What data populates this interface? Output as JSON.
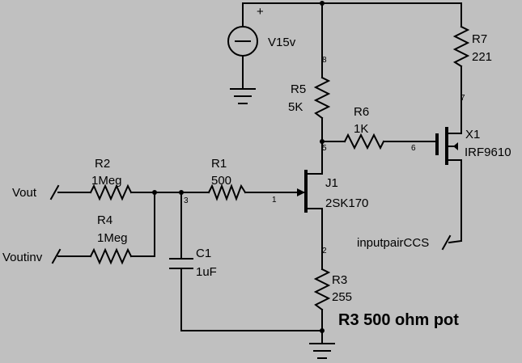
{
  "components": {
    "v1": {
      "name": "V15v",
      "polarity": "+"
    },
    "r1": {
      "ref": "R1",
      "value": "500"
    },
    "r2": {
      "ref": "R2",
      "value": "1Meg"
    },
    "r3": {
      "ref": "R3",
      "value": "255"
    },
    "r4": {
      "ref": "R4",
      "value": "1Meg"
    },
    "r5": {
      "ref": "R5",
      "value": "5K"
    },
    "r6": {
      "ref": "R6",
      "value": "1K"
    },
    "r7": {
      "ref": "R7",
      "value": "221"
    },
    "c1": {
      "ref": "C1",
      "value": "1uF"
    },
    "j1": {
      "ref": "J1",
      "value": "2SK170"
    },
    "x1": {
      "ref": "X1",
      "value": "IRF9610"
    }
  },
  "ports": {
    "vout": "Vout",
    "voutinv": "Voutinv",
    "ccs": "inputpairCCS"
  },
  "nodes": {
    "n1": "1",
    "n2": "2",
    "n3": "3",
    "n5": "5",
    "n6": "6",
    "n7": "7",
    "n8": "8"
  },
  "note": "R3 500 ohm pot",
  "colors": {
    "background": "#c0c0c0",
    "wire": "#000000"
  }
}
